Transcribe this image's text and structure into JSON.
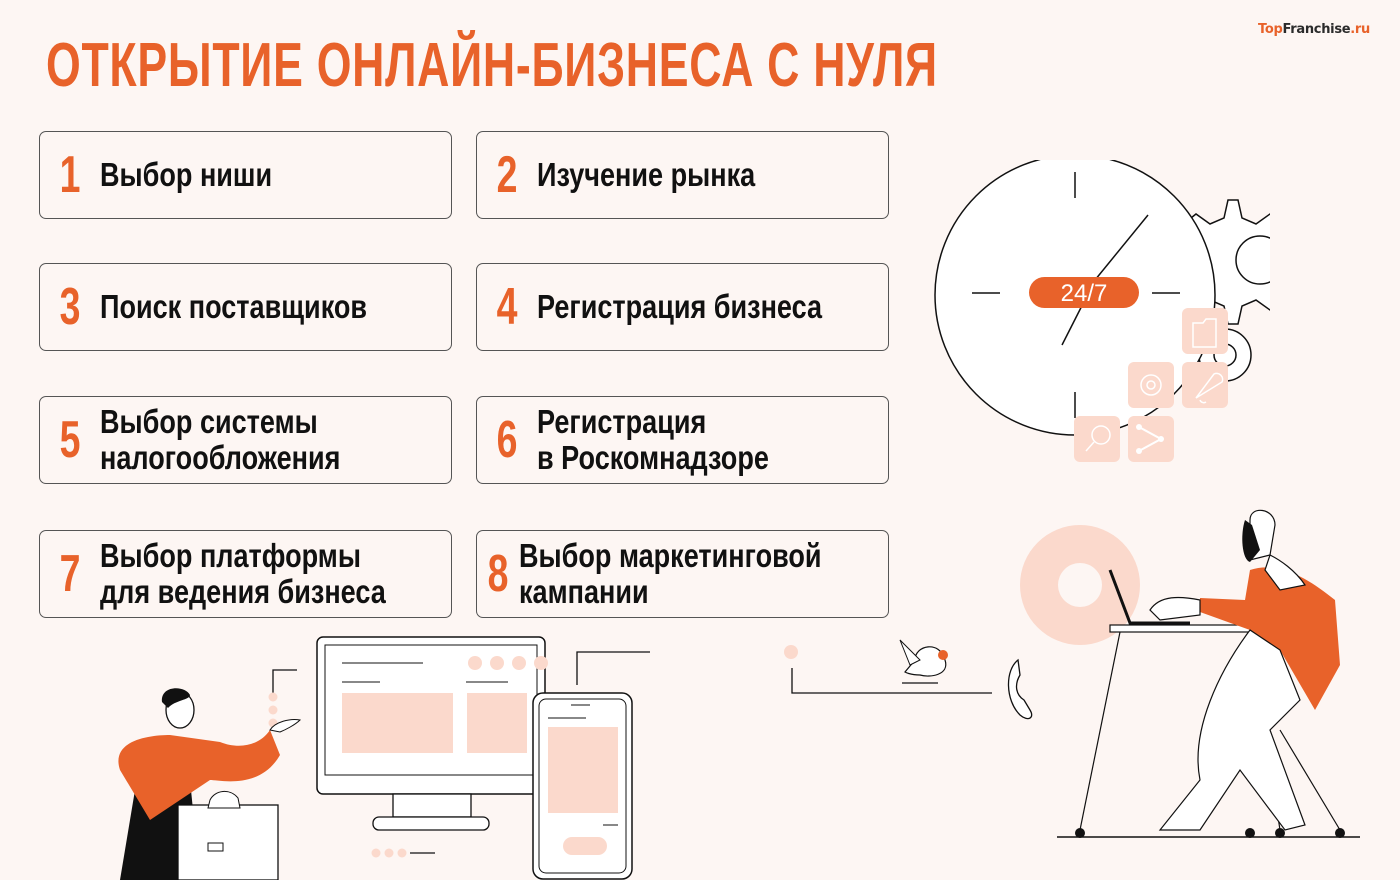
{
  "brand": {
    "part1": "Top",
    "part2": "Franchise",
    "part3": ".ru"
  },
  "title": "ОТКРЫТИЕ ОНЛАЙН-БИЗНЕСА С НУЛЯ",
  "steps": [
    {
      "number": "1",
      "lines": [
        "Выбор ниши"
      ]
    },
    {
      "number": "2",
      "lines": [
        "Изучение рынка"
      ]
    },
    {
      "number": "3",
      "lines": [
        "Поиск поставщиков"
      ]
    },
    {
      "number": "4",
      "lines": [
        "Регистрация бизнеса"
      ]
    },
    {
      "number": "5",
      "lines": [
        "Выбор системы",
        "налогообложения"
      ]
    },
    {
      "number": "6",
      "lines": [
        "Регистрация",
        "в Роскомнадзоре"
      ]
    },
    {
      "number": "7",
      "lines": [
        "Выбор платформы",
        "для ведения бизнеса"
      ]
    },
    {
      "number": "8",
      "lines": [
        "Выбор маркетинговой",
        "кампании"
      ]
    }
  ],
  "clock": {
    "badge": "24/7"
  },
  "icons": [
    "folder-icon",
    "gear-icon",
    "bell-icon",
    "search-icon",
    "share-icon"
  ],
  "colors": {
    "accent": "#e8622a",
    "light_accent": "#fbd9cc",
    "background": "#fdf6f3",
    "text": "#111111"
  }
}
